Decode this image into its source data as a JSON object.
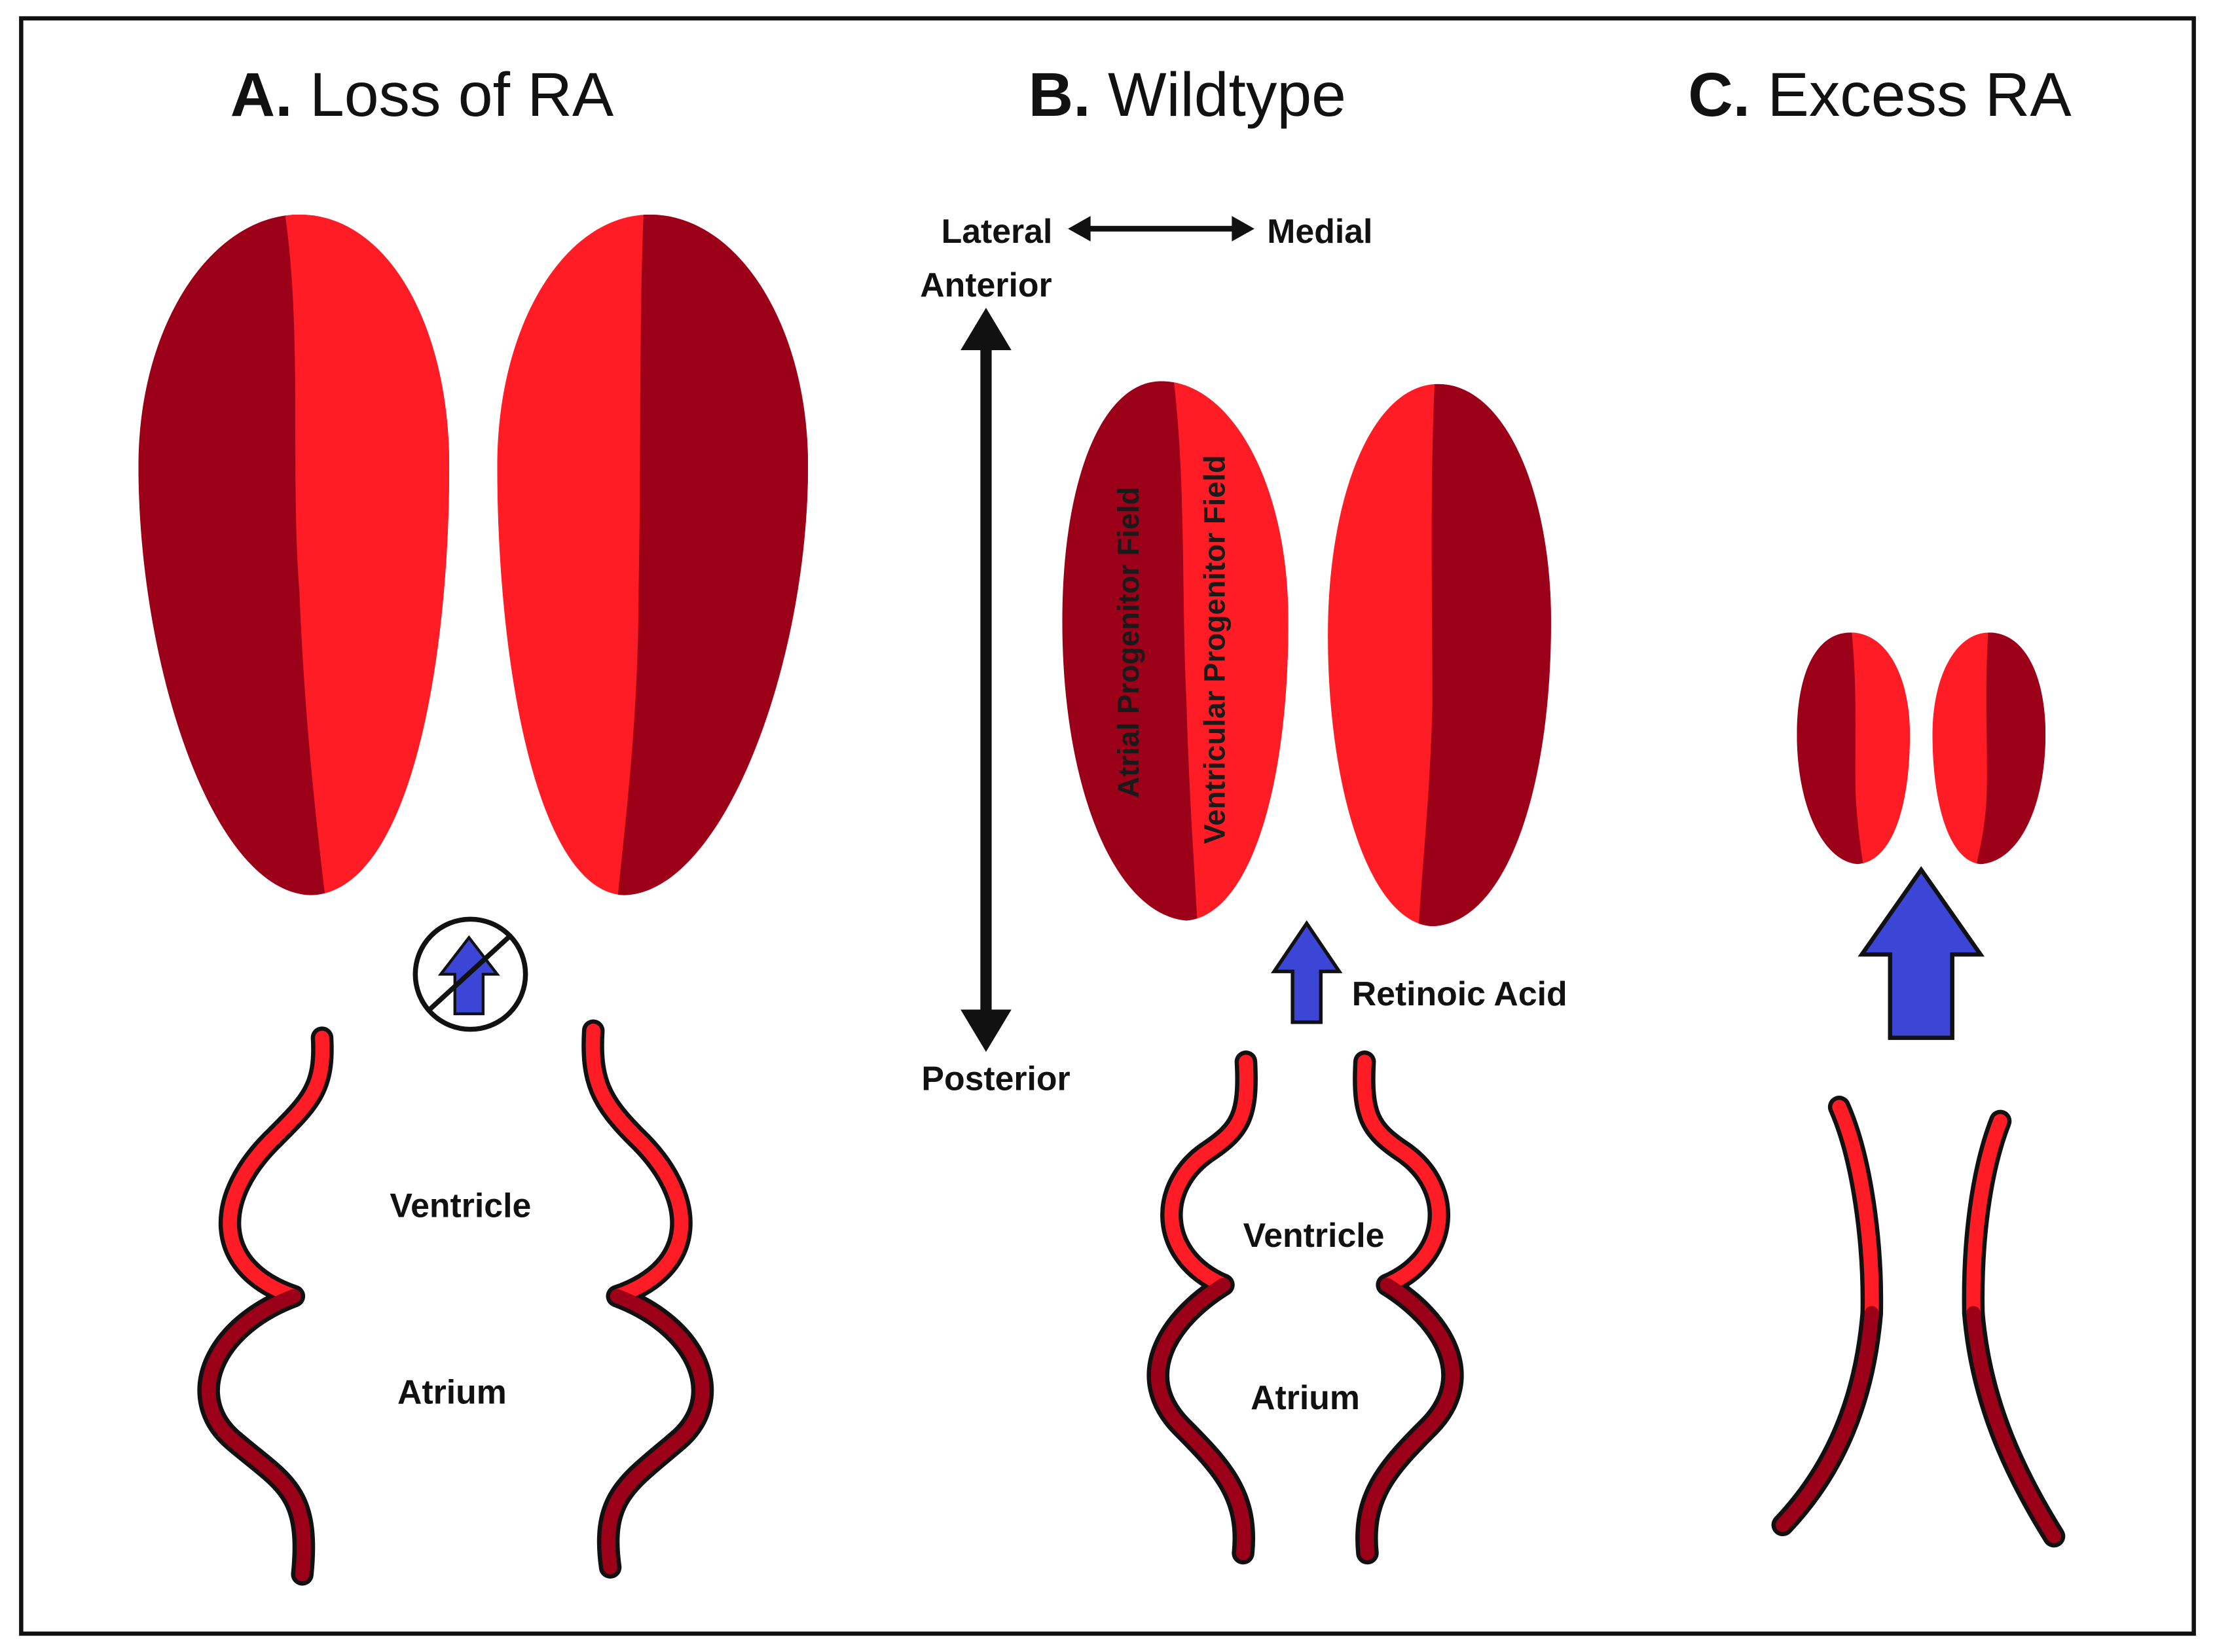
{
  "panels": [
    {
      "letter": "A.",
      "title": "Loss of RA"
    },
    {
      "letter": "B.",
      "title": "Wildtype"
    },
    {
      "letter": "C.",
      "title": "Excess RA"
    }
  ],
  "axes": {
    "lateral": "Lateral",
    "medial": "Medial",
    "anterior": "Anterior",
    "posterior": "Posterior"
  },
  "fields": {
    "atrial": "Atrial Progenitor Field",
    "ventricular": "Ventricular Progenitor Field"
  },
  "chambers": {
    "ventricle": "Ventricle",
    "atrium": "Atrium"
  },
  "signal": {
    "retinoic_acid": "Retinoic Acid"
  },
  "colors": {
    "dark_red": "#9b0018",
    "bright_red": "#ff1c24",
    "arrow_blue": "#3b45d6",
    "outline": "#111111"
  }
}
